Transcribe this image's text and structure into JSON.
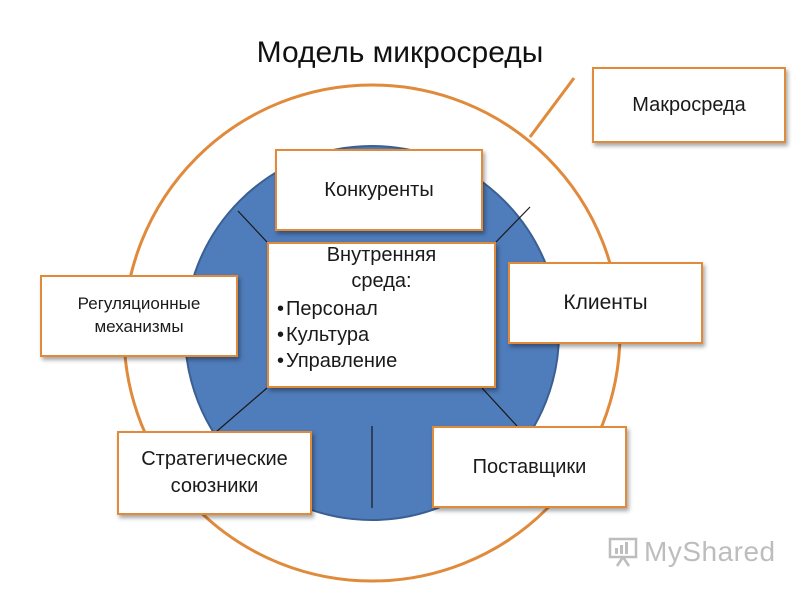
{
  "title": "Модель микросреды",
  "macro": {
    "label": "Макросреда"
  },
  "inner": {
    "heading_line1": "Внутренняя",
    "heading_line2": "среда:",
    "items": [
      "Персонал",
      "Культура",
      "Управление"
    ]
  },
  "nodes": {
    "competitors": "Конкуренты",
    "clients": "Клиенты",
    "regulation_line1": "Регуляционные",
    "regulation_line2": "механизмы",
    "allies_line1": "Стратегические",
    "allies_line2": "союзники",
    "suppliers": "Поставщики"
  },
  "watermark": {
    "text": "MyShared",
    "icon": "presentation-board-icon"
  },
  "colors": {
    "outer_ring": "#e08a3c",
    "inner_disc": "#4f7cba",
    "box_border": "#e08a3c"
  }
}
